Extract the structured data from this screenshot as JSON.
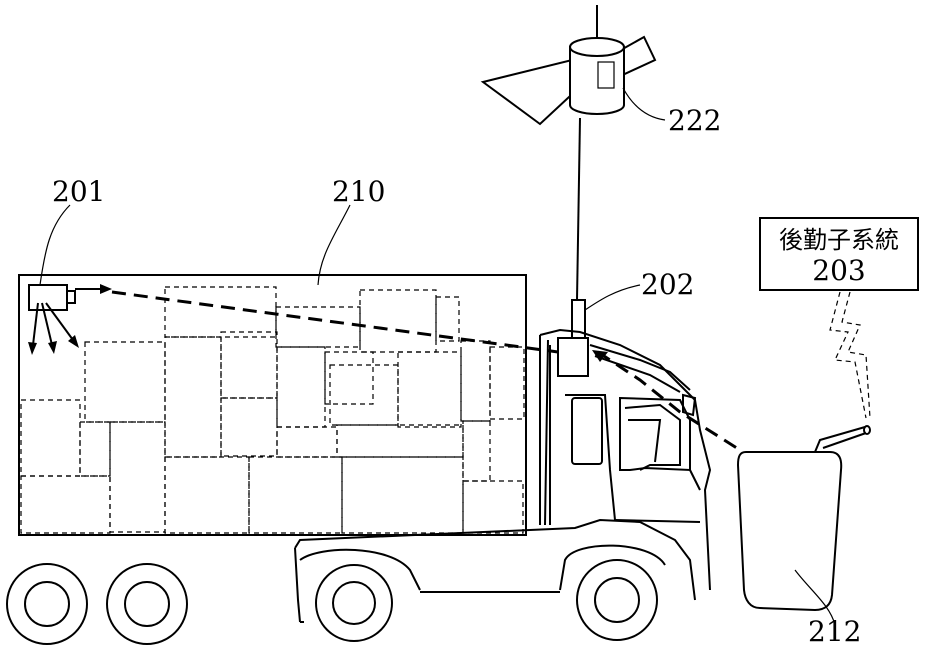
{
  "labels": {
    "device_201": "201",
    "cargo_210": "210",
    "satellite_222": "222",
    "antenna_202": "202",
    "handheld_212": "212",
    "backend_name": "後勤子系統",
    "backend_number": "203"
  },
  "icons": {
    "satellite": "satellite-icon",
    "truck": "truck-icon",
    "handheld": "handheld-device-icon",
    "sensor": "sensor-icon"
  }
}
